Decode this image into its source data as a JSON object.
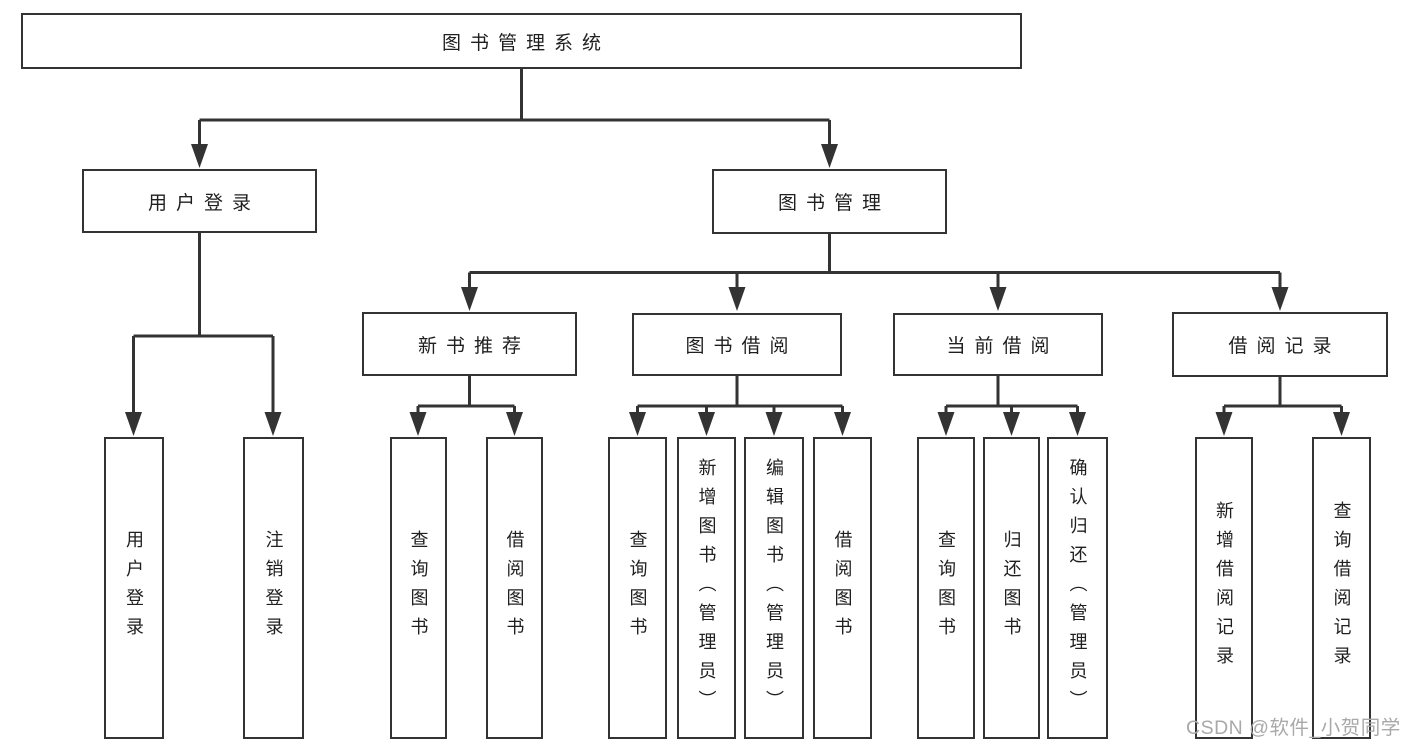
{
  "tree": {
    "label": "图书管理系统",
    "children": [
      {
        "label": "用户登录",
        "children": [
          {
            "label": "用户登录"
          },
          {
            "label": "注销登录"
          }
        ]
      },
      {
        "label": "图书管理",
        "children": [
          {
            "label": "新书推荐",
            "children": [
              {
                "label": "查询图书"
              },
              {
                "label": "借阅图书"
              }
            ]
          },
          {
            "label": "图书借阅",
            "children": [
              {
                "label": "查询图书"
              },
              {
                "label": "新增图书（管理员）"
              },
              {
                "label": "编辑图书（管理员）"
              },
              {
                "label": "借阅图书"
              }
            ]
          },
          {
            "label": "当前借阅",
            "children": [
              {
                "label": "查询图书"
              },
              {
                "label": "归还图书"
              },
              {
                "label": "确认归还（管理员）"
              }
            ]
          },
          {
            "label": "借阅记录",
            "children": [
              {
                "label": "新增借阅记录"
              },
              {
                "label": "查询借阅记录"
              }
            ]
          }
        ]
      }
    ]
  },
  "watermark": {
    "text": "CSDN @软件_小贺同学"
  },
  "colors": {
    "line": "#333333",
    "box_border": "#333333",
    "box_fill": "#ffffff",
    "text": "#1f1f1f",
    "watermark": "#a9a9a9",
    "background": "#ffffff"
  }
}
